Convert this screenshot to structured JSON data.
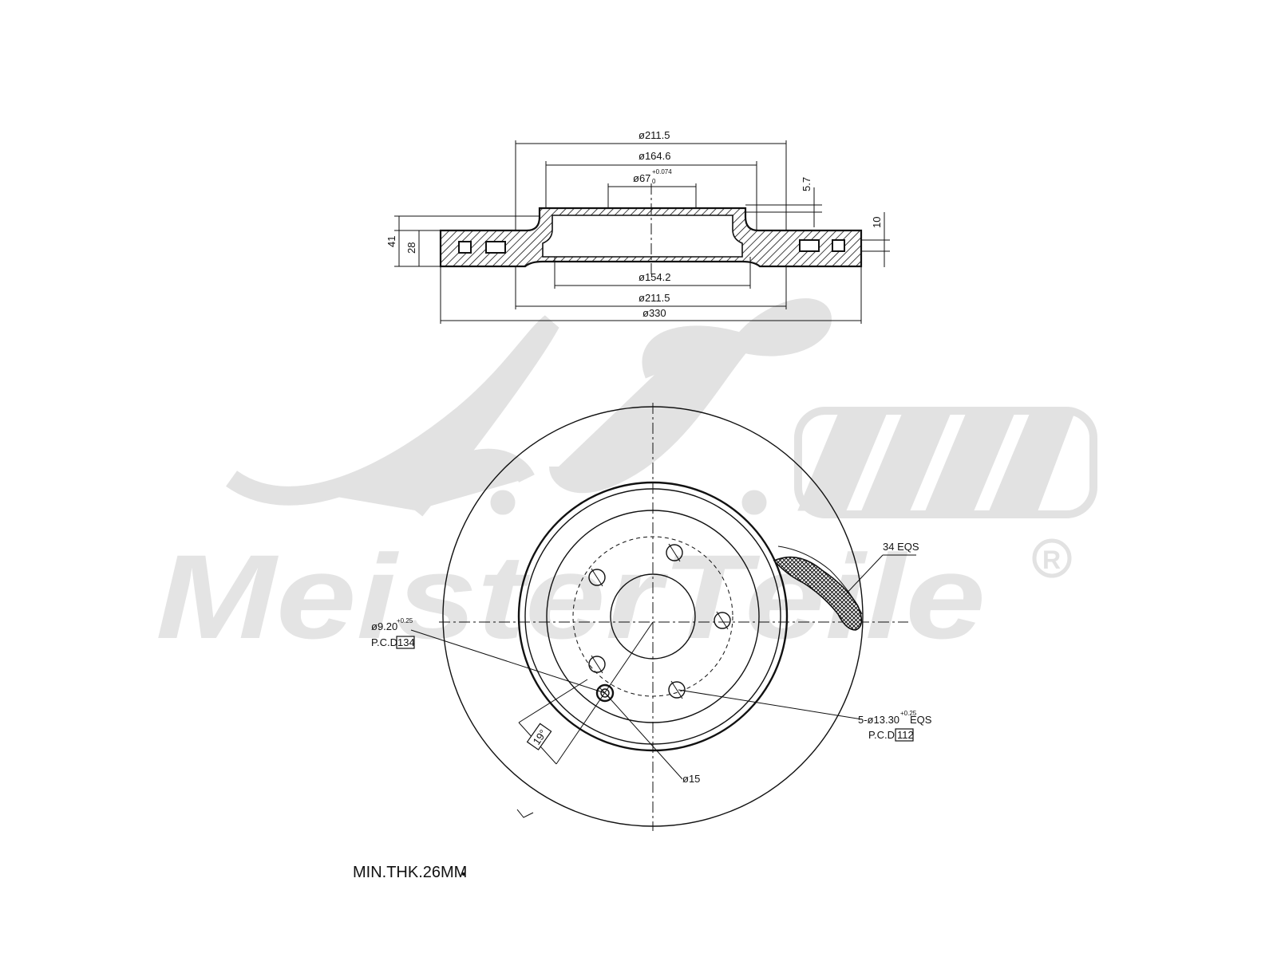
{
  "watermark": {
    "monogram": "A.L.",
    "brand": "MeisterTeile",
    "registered": "R"
  },
  "section_view": {
    "top_dims": {
      "d1": "ø211.5",
      "d2": "ø164.6",
      "d3": "ø67",
      "d3_tol_upper": "+0.074",
      "d3_tol_lower": "0",
      "offset": "5.7"
    },
    "bottom_dims": {
      "d1": "ø154.2",
      "d2": "ø211.5",
      "d3": "ø330"
    },
    "left_dims": {
      "total_height": "41",
      "disc_thickness": "28"
    },
    "right_dims": {
      "vent_width": "10"
    }
  },
  "front_view": {
    "vent_note": "34 EQS",
    "pin_hole": {
      "label": "ø9.20",
      "tol": "+0.25",
      "pcd_label": "P.C.D",
      "pcd_value": "134"
    },
    "bolt_holes": {
      "label": "5-ø13.30",
      "tol": "+0.25",
      "suffix": "EQS",
      "pcd_label": "P.C.D",
      "pcd_value": "112"
    },
    "angle": "19°",
    "hole_dia": "ø15"
  },
  "note": {
    "min_thickness": "MIN.THK.26MM"
  }
}
